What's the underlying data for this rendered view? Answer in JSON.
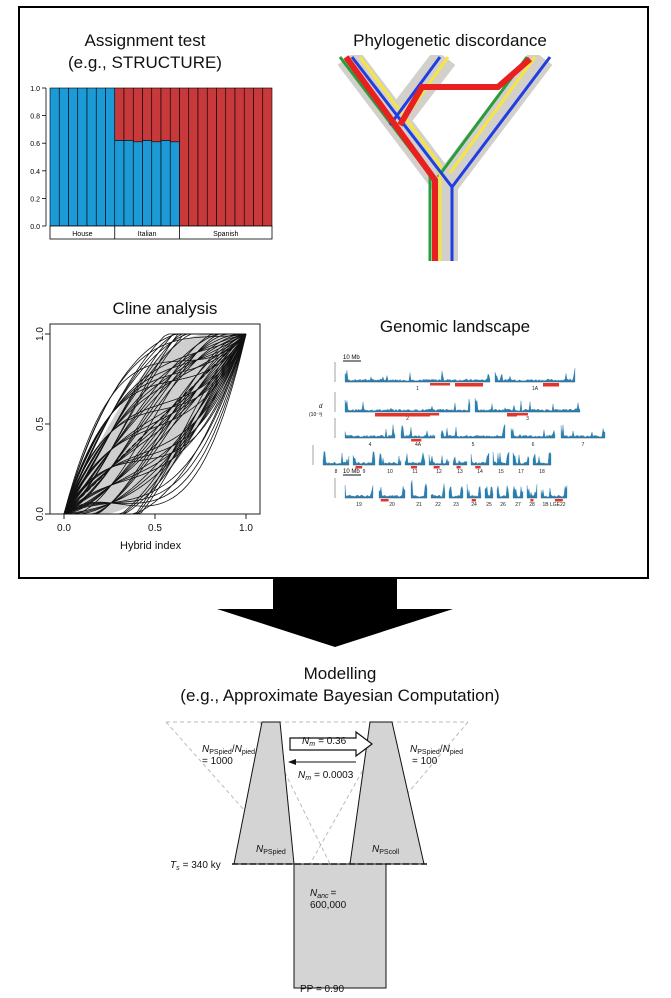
{
  "panels": {
    "assignment": {
      "title1": "Assignment test",
      "title2": "(e.g., STRUCTURE)",
      "yticks": [
        "0.0",
        "0.2",
        "0.4",
        "0.6",
        "0.8",
        "1.0"
      ],
      "groups": [
        "House",
        "Italian",
        "Spanish"
      ],
      "colors": {
        "blue": "#1b9ad6",
        "red": "#c8393b"
      }
    },
    "phylo": {
      "title": "Phylogenetic discordance"
    },
    "cline": {
      "title": "Cline analysis",
      "xlabel": "Hybrid index",
      "xticks": [
        "0.0",
        "0.5",
        "1.0"
      ],
      "yticks": [
        "0.0",
        "0.5",
        "1.0"
      ]
    },
    "genomic": {
      "title": "Genomic landscape",
      "scale1": "10 Mb",
      "scale2": "10 Mb",
      "ylabel1": "d",
      "ylabel2": "(10⁻³)",
      "chromosomes": [
        "1",
        "1A",
        "2",
        "3",
        "4",
        "4A",
        "5",
        "6",
        "7",
        "8",
        "9",
        "10",
        "11",
        "12",
        "13",
        "14",
        "15",
        "17",
        "18",
        "19",
        "20",
        "21",
        "22",
        "23",
        "24",
        "25",
        "26",
        "27",
        "28",
        "1B LGE22"
      ]
    }
  },
  "modelling": {
    "title1": "Modelling",
    "title2": "(e.g., Approximate Bayesian Computation)",
    "nm1": "= 0.36",
    "nm2": "= 0.0003",
    "ratio_left": "= 1000",
    "ratio_right": "= 100",
    "ts": "= 340 ky",
    "nanc": "=",
    "nanc_value": "600,000",
    "pp": "PP = 0.90",
    "sub_pspied": "PSpied",
    "sub_pied": "pied",
    "sub_pscoll": "PScoll",
    "sub_anc": "anc",
    "sub_m": "m",
    "sub_s": "s"
  }
}
